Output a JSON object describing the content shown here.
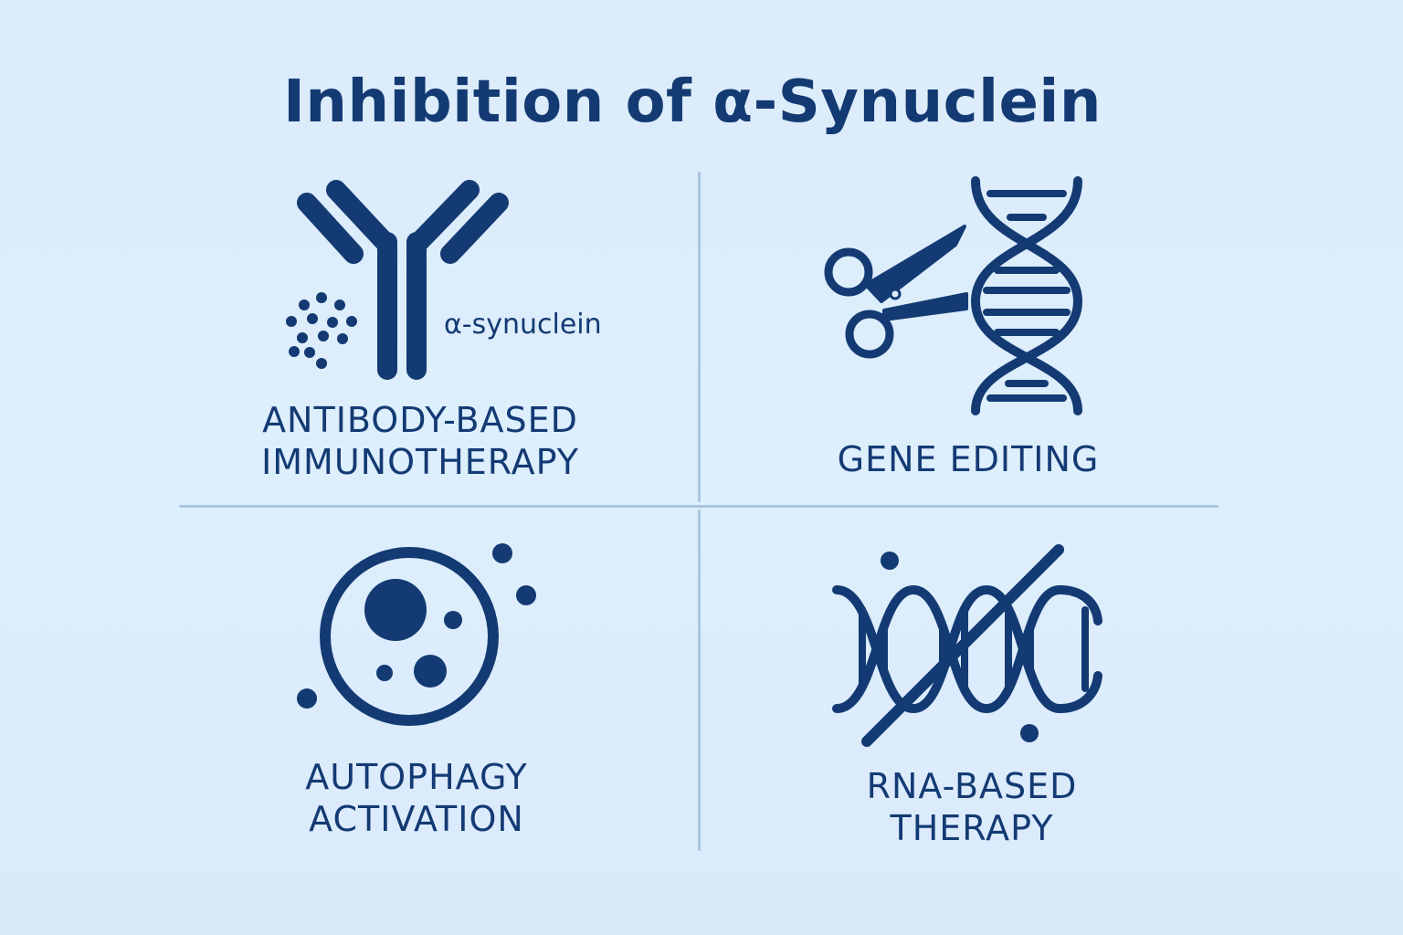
{
  "title": "Inhibition of α-Synuclein",
  "colors": {
    "background": "#dcecfb",
    "primary": "#133a73",
    "divider": "#a9c6e1"
  },
  "quadrants": [
    {
      "id": "antibody",
      "icon": "antibody-icon",
      "icon_annotation": "α-synuclein",
      "label_lines": [
        "ANTIBODY-BASED",
        "IMMUNOTHERAPY"
      ]
    },
    {
      "id": "gene-editing",
      "icon": "scissors-dna-icon",
      "label_lines": [
        "GENE EDITING"
      ]
    },
    {
      "id": "autophagy",
      "icon": "cell-icon",
      "label_lines": [
        "AUTOPHAGY",
        "ACTIVATION"
      ]
    },
    {
      "id": "rna",
      "icon": "crossed-rna-icon",
      "label_lines": [
        "RNA-BASED",
        "THERAPY"
      ]
    }
  ]
}
